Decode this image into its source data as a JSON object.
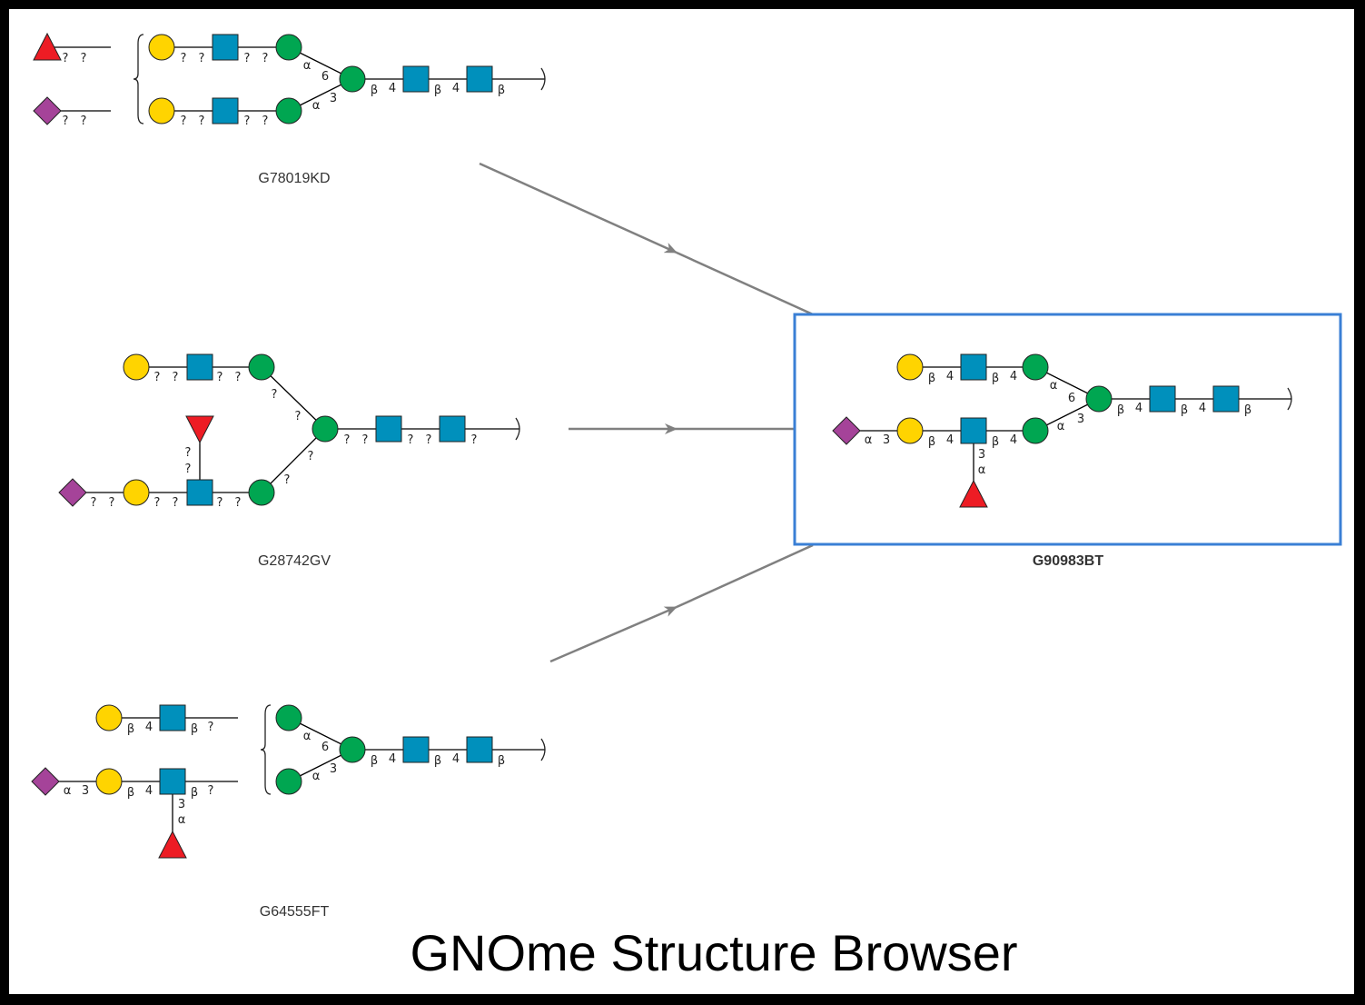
{
  "page_title": "GNOme Structure Browser",
  "colors": {
    "galactose": "#FFD400",
    "glcnac": "#0090BC",
    "mannose": "#00A651",
    "fucose": "#ED1C24",
    "neu5ac": "#A54399",
    "selection_border": "#3a7fd5",
    "arrow": "#808080"
  },
  "icons": {
    "galactose": "yellow-circle-icon",
    "glcnac": "blue-square-icon",
    "mannose": "green-circle-icon",
    "fucose": "red-triangle-icon",
    "neu5ac": "purple-diamond-icon"
  },
  "glycans": [
    {
      "accession": "G78019KD",
      "selected": false
    },
    {
      "accession": "G28742GV",
      "selected": false
    },
    {
      "accession": "G64555FT",
      "selected": false
    },
    {
      "accession": "G90983BT",
      "selected": true
    }
  ],
  "linkage_labels": {
    "unknown": "?",
    "alpha": "α",
    "beta": "β",
    "pos3": "3",
    "pos4": "4",
    "pos6": "6"
  }
}
